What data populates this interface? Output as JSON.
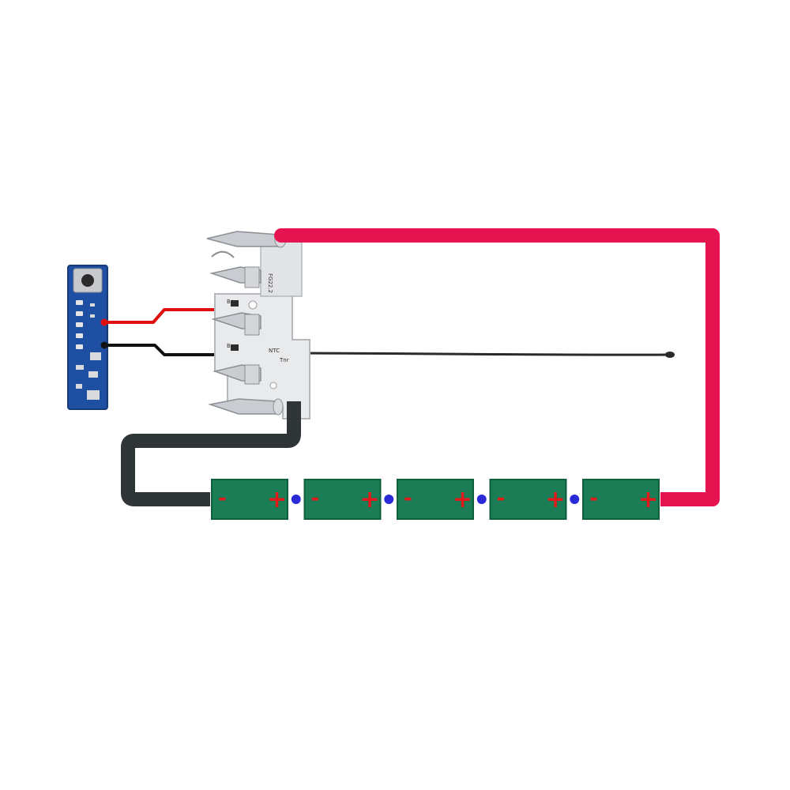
{
  "colors": {
    "background": "#ffffff",
    "positive_wire": "#e5134f",
    "negative_wire": "#2f3437",
    "signal_red": "#e01010",
    "signal_black": "#111111",
    "thermistor_wire": "#2a2a2a",
    "cell_fill": "#1b7d55",
    "cell_border": "#0f5e3c",
    "cell_sign": "#e01a1a",
    "solder_joint": "#2a2ad6",
    "module_board": "#1f4fa3",
    "terminal_metal": "#c9ccd0",
    "terminal_plate": "#e9eaec"
  },
  "components": {
    "indicator_module": {
      "icon": "battery-level-indicator-board",
      "button_icon": "push-button-icon"
    },
    "terminal_block": {
      "icon": "battery-terminal-connector",
      "silkscreen": [
        "B+",
        "NTC",
        "B-",
        "Tnr",
        "FG22.2"
      ]
    },
    "thermistor": {
      "icon": "ntc-thermistor-probe"
    },
    "cells": [
      {
        "negative_label": "-",
        "positive_label": "+"
      },
      {
        "negative_label": "-",
        "positive_label": "+"
      },
      {
        "negative_label": "-",
        "positive_label": "+"
      },
      {
        "negative_label": "-",
        "positive_label": "+"
      },
      {
        "negative_label": "-",
        "positive_label": "+"
      }
    ],
    "series_joints": 4
  }
}
